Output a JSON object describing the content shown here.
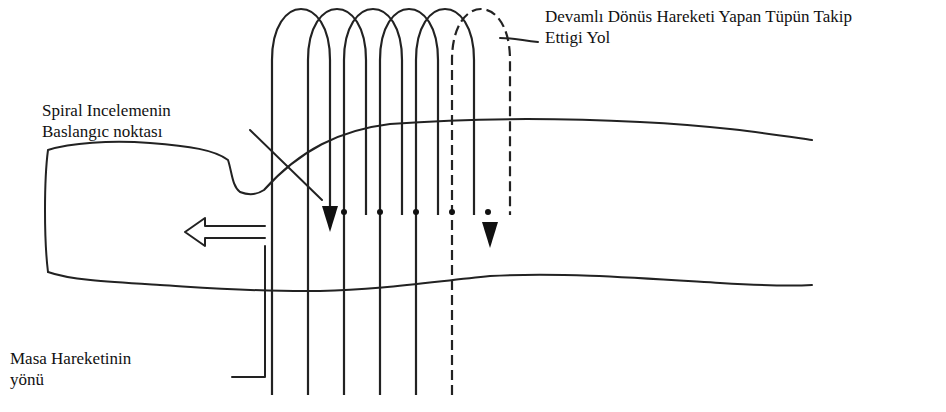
{
  "diagram": {
    "labels": [
      "Spiral Incelemenin Baslangıc noktası",
      "Devamlı Dönüs Hareketi Yapan Tüpün Takip Ettigi Yol",
      "Masa Hareketinin yönü"
    ]
  }
}
